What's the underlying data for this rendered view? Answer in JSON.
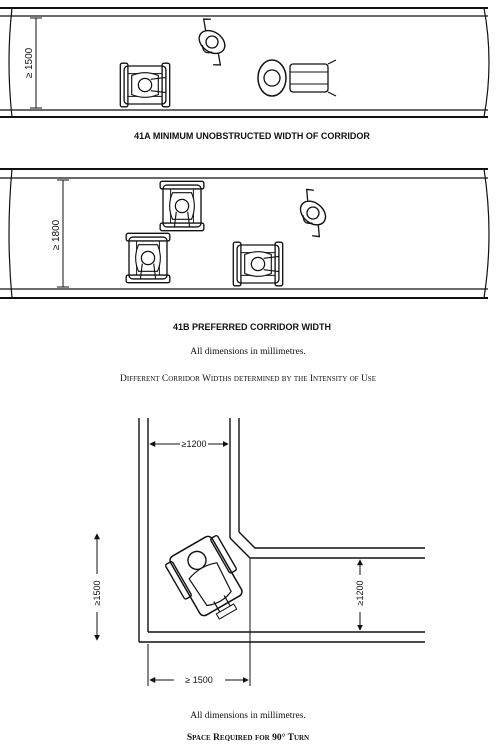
{
  "figure_41a": {
    "caption": "41A MINIMUM UNOBSTRUCTED WIDTH OF CORRIDOR",
    "width_dim": "≥ 1500"
  },
  "figure_41b": {
    "caption": "41B PREFERRED CORRIDOR WIDTH",
    "width_dim": "≥ 1800"
  },
  "note_top": "All dimensions in millimetres.",
  "title_top": "Different Corridor Widths determined by the Intensity of Use",
  "figure_turn": {
    "dim_top": "≥1200",
    "dim_left": "≥1500",
    "dim_right": "≥1200",
    "dim_bottom": "≥ 1500"
  },
  "note_bottom": "All dimensions in millimetres.",
  "title_bottom": "Space Required for 90° Turn"
}
